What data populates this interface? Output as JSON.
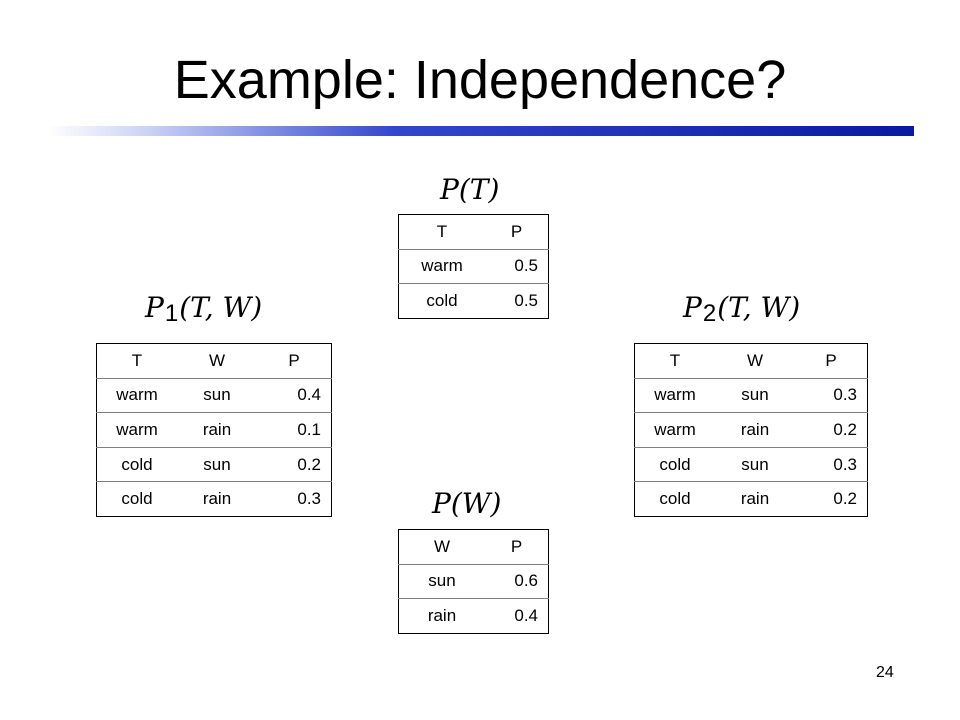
{
  "title": "Example: Independence?",
  "page_number": "24",
  "accent_color": "#0a1aa0",
  "p_t": {
    "caption": "P(T)",
    "headers": [
      "T",
      "P"
    ],
    "rows": [
      [
        "warm",
        "0.5"
      ],
      [
        "cold",
        "0.5"
      ]
    ]
  },
  "p_w": {
    "caption": "P(W)",
    "headers": [
      "W",
      "P"
    ],
    "rows": [
      [
        "sun",
        "0.6"
      ],
      [
        "rain",
        "0.4"
      ]
    ]
  },
  "p1": {
    "caption_fn": "P",
    "caption_sub": "1",
    "caption_args": "(T, W)",
    "headers": [
      "T",
      "W",
      "P"
    ],
    "rows": [
      [
        "warm",
        "sun",
        "0.4"
      ],
      [
        "warm",
        "rain",
        "0.1"
      ],
      [
        "cold",
        "sun",
        "0.2"
      ],
      [
        "cold",
        "rain",
        "0.3"
      ]
    ]
  },
  "p2": {
    "caption_fn": "P",
    "caption_sub": "2",
    "caption_args": "(T, W)",
    "headers": [
      "T",
      "W",
      "P"
    ],
    "rows": [
      [
        "warm",
        "sun",
        "0.3"
      ],
      [
        "warm",
        "rain",
        "0.2"
      ],
      [
        "cold",
        "sun",
        "0.3"
      ],
      [
        "cold",
        "rain",
        "0.2"
      ]
    ]
  }
}
